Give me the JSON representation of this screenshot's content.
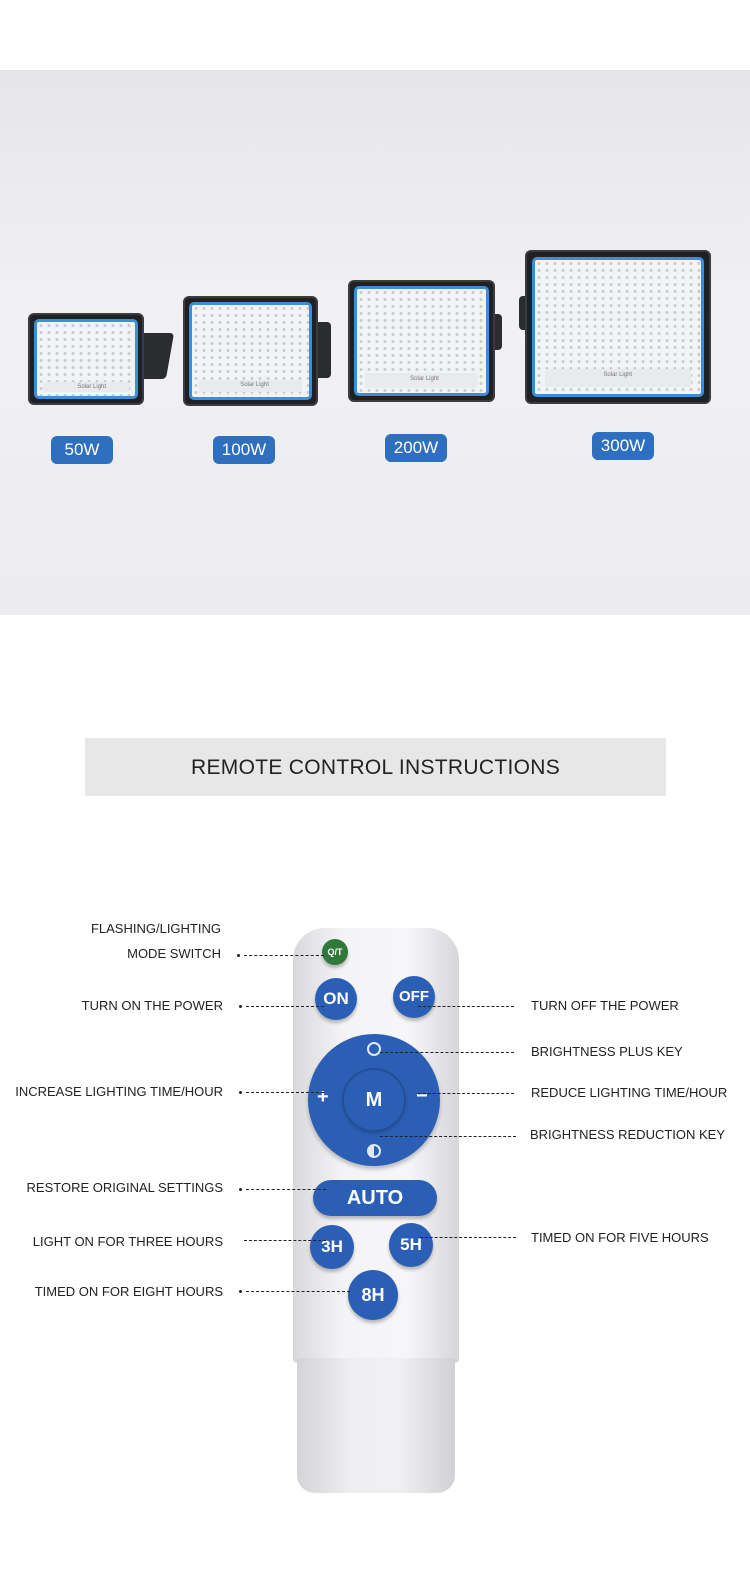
{
  "products": {
    "badges": [
      "50W",
      "100W",
      "200W",
      "300W"
    ],
    "panel_text": "Solar Light"
  },
  "section": {
    "title": "REMOTE CONTROL INSTRUCTIONS"
  },
  "remote": {
    "qt_label": "Q/T",
    "on_label": "ON",
    "off_label": "OFF",
    "m_label": "M",
    "plus_label": "+",
    "minus_label": "−",
    "auto_label": "AUTO",
    "h3_label": "3H",
    "h5_label": "5H",
    "h8_label": "8H"
  },
  "annotations": {
    "mode_switch_line1": "FLASHING/LIGHTING",
    "mode_switch_line2": "MODE SWITCH",
    "turn_on": "TURN ON THE POWER",
    "turn_off": "TURN OFF THE POWER",
    "brightness_plus": "BRIGHTNESS PLUS KEY",
    "increase_time": "INCREASE LIGHTING TIME/HOUR",
    "reduce_time": "REDUCE LIGHTING TIME/HOUR",
    "brightness_reduction": "BRIGHTNESS REDUCTION KEY",
    "restore": "RESTORE ORIGINAL SETTINGS",
    "three_hours": "LIGHT ON FOR THREE HOURS",
    "five_hours": "TIMED ON FOR FIVE HOURS",
    "eight_hours": "TIMED ON FOR EIGHT HOURS"
  }
}
